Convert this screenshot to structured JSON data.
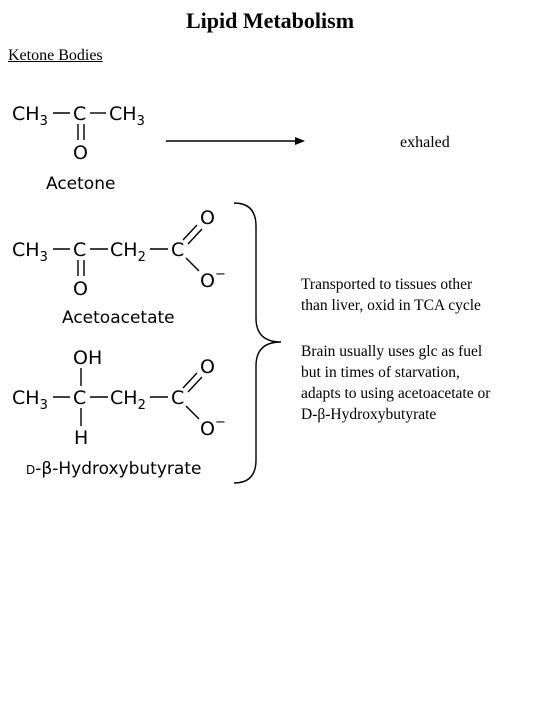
{
  "page": {
    "title": "Lipid Metabolism",
    "subtitle": "Ketone Bodies"
  },
  "acetone": {
    "left_group": "CH",
    "left_sub": "3",
    "carbon": "C",
    "right_group": "CH",
    "right_sub": "3",
    "oxygen": "O",
    "name": "Acetone",
    "fate": "exhaled"
  },
  "acetoacetate": {
    "ch3": "CH",
    "ch3_sub": "3",
    "c1": "C",
    "ch2": "CH",
    "ch2_sub": "2",
    "c2": "C",
    "o_keto": "O",
    "o_top": "O",
    "o_bottom": "O",
    "charge": "−",
    "name": "Acetoacetate"
  },
  "hydroxybutyrate": {
    "oh": "OH",
    "ch3": "CH",
    "ch3_sub": "3",
    "c1": "C",
    "ch2": "CH",
    "ch2_sub": "2",
    "c2": "C",
    "h": "H",
    "o_top": "O",
    "o_bottom": "O",
    "charge": "−",
    "name_prefix": "D",
    "name_rest": "-β-Hydroxybutyrate"
  },
  "notes": {
    "transport": "Transported to tissues other\nthan liver, oxid in TCA cycle",
    "brain": "Brain usually uses glc as fuel\nbut in times of starvation,\nadapts to using acetoacetate or\nD-β-Hydroxybutyrate"
  }
}
